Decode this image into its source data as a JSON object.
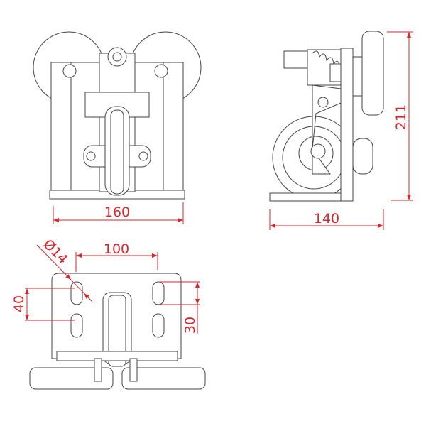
{
  "dimensions": {
    "front_width": "160",
    "side_width": "140",
    "side_height": "211",
    "hole_spacing": "100",
    "hole_diameter": "Ø14",
    "slot_spacing": "40",
    "slot_length": "30"
  },
  "colors": {
    "dimension": "#d8262e",
    "outline": "#444444"
  }
}
